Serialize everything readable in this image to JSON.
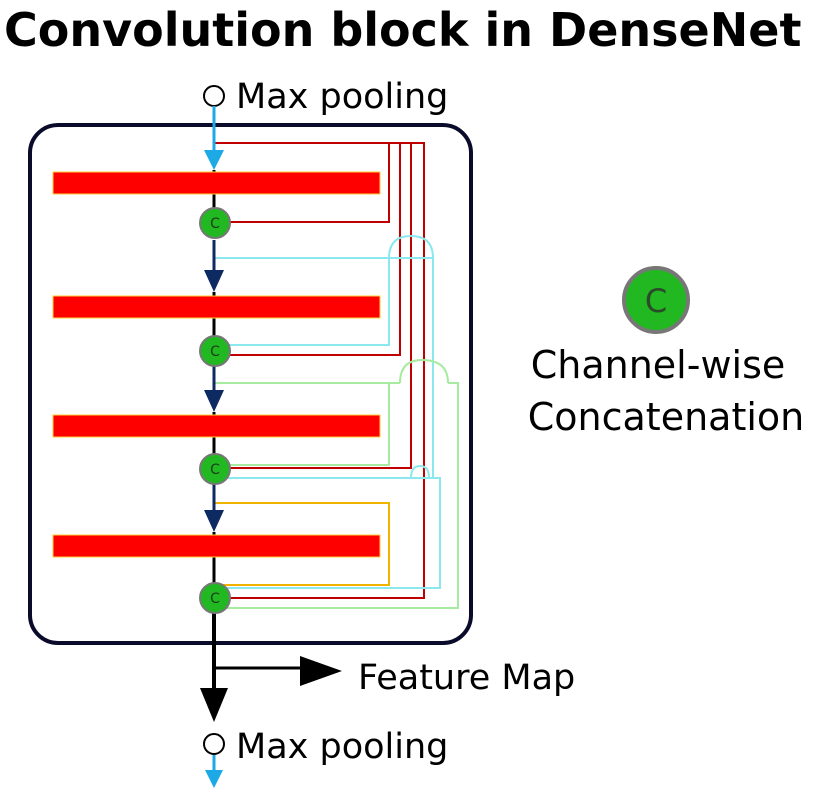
{
  "title": "Convolution block in DenseNet",
  "input_label": "Max pooling",
  "output_label": "Max pooling",
  "feature_map_label": "Feature Map",
  "concat_symbol": "C",
  "legend": {
    "symbol": "C",
    "line1": "Channel-wise",
    "line2": "Concatenation"
  },
  "colors": {
    "block_border": "#0a0a2a",
    "layer_fill": "#ff0000",
    "layer_edge": "#ffd23a",
    "concat_fill": "#22b822",
    "concat_stroke": "#777777",
    "skip_red": "#c00000",
    "skip_cyan": "#8be8ee",
    "skip_green": "#a6eba0",
    "skip_orange": "#f0b400",
    "arrow_blue": "#1ca9e6",
    "arrow_navy": "#0d2a63"
  }
}
